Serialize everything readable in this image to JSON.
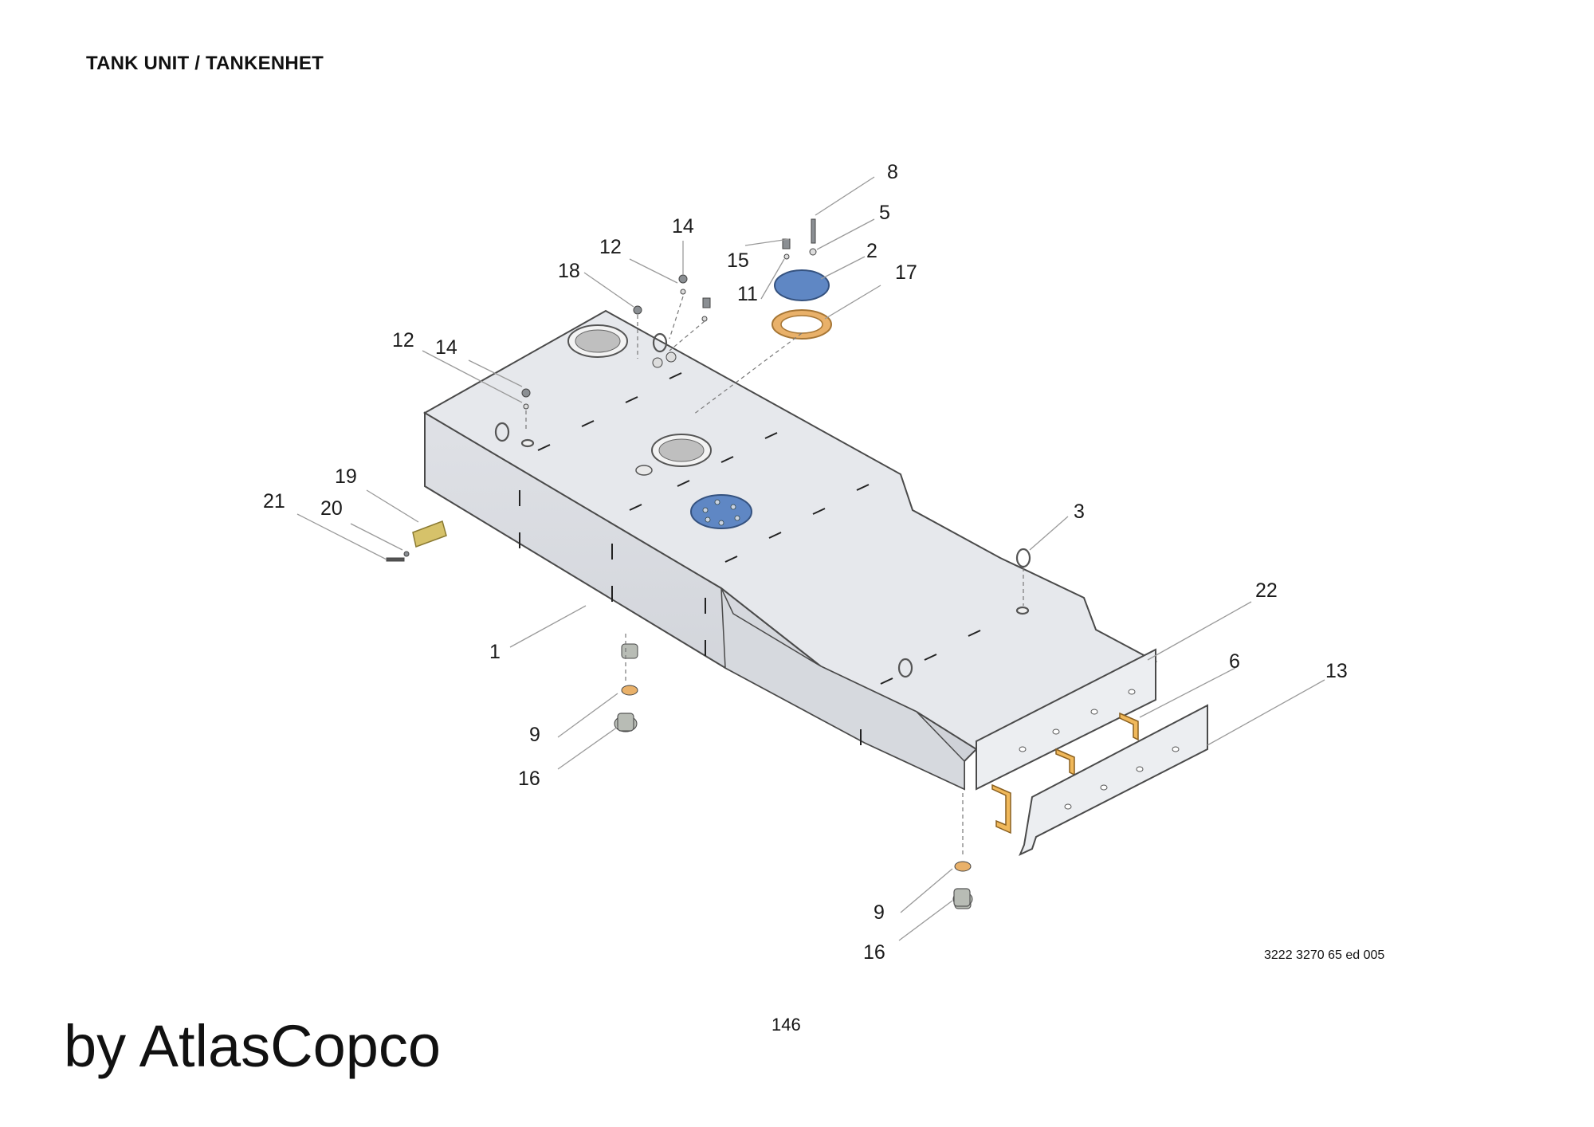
{
  "header": {
    "title": "TANK UNIT / TANKENHET"
  },
  "callouts": [
    {
      "label": "8"
    },
    {
      "label": "5"
    },
    {
      "label": "2"
    },
    {
      "label": "17"
    },
    {
      "label": "14"
    },
    {
      "label": "12"
    },
    {
      "label": "15"
    },
    {
      "label": "11"
    },
    {
      "label": "18"
    },
    {
      "label": "12"
    },
    {
      "label": "14"
    },
    {
      "label": "19"
    },
    {
      "label": "21"
    },
    {
      "label": "20"
    },
    {
      "label": "3"
    },
    {
      "label": "22"
    },
    {
      "label": "1"
    },
    {
      "label": "6"
    },
    {
      "label": "13"
    },
    {
      "label": "9"
    },
    {
      "label": "16"
    },
    {
      "label": "9"
    },
    {
      "label": "16"
    }
  ],
  "footer": {
    "document_code": "3222 3270  65 ed 005",
    "page_number": "146",
    "brand": "by AtlasCopco"
  },
  "colors": {
    "tank_fill": "#e4e6ea",
    "tank_outline": "#4a4a4a",
    "blue_part": "#5f87c4",
    "gasket": "#e9b16a",
    "bracket": "#f0b85a",
    "leader_line": "#9a9a9a"
  }
}
